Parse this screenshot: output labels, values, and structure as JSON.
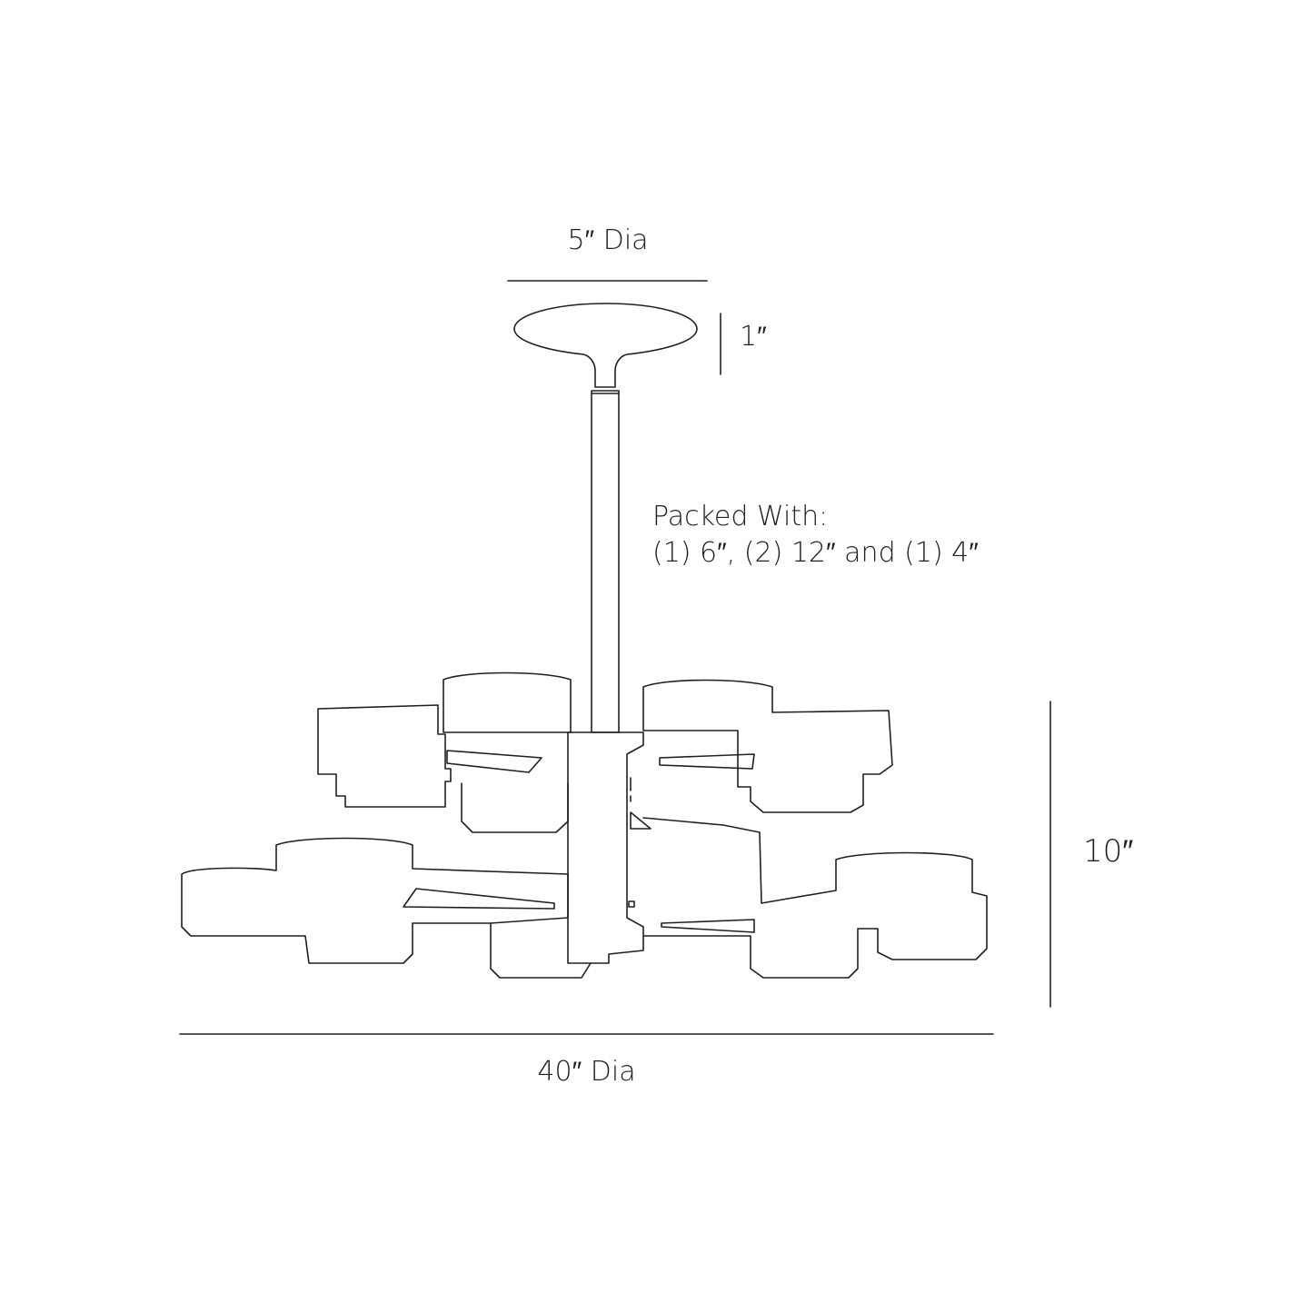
{
  "dimensions": {
    "canopy_diameter": "5″ Dia",
    "canopy_height": "1″",
    "fixture_height": "10″",
    "fixture_diameter": "40″ Dia"
  },
  "packed_with": {
    "heading": "Packed With:",
    "rods": "(1) 6″, (2) 12″ and (1) 4″"
  },
  "colors": {
    "line": "#231f20",
    "background": "#ffffff"
  }
}
